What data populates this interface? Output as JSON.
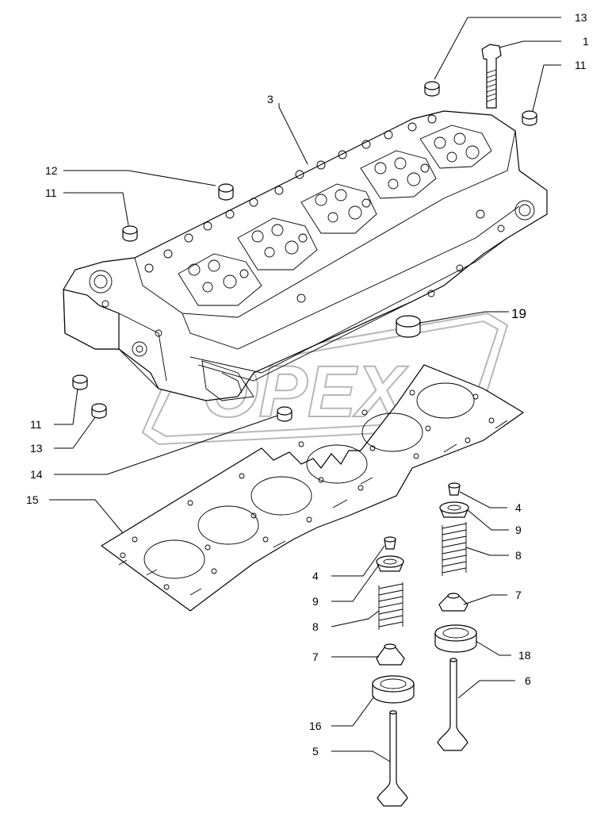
{
  "watermark": {
    "text": "OPEX",
    "color": "#9a9a9a"
  },
  "callouts": {
    "c13_top": "13",
    "c1": "1",
    "c11_top": "11",
    "c3": "3",
    "c12": "12",
    "c11_left": "11",
    "c19": "19",
    "c11_low": "11",
    "c13_low": "13",
    "c14": "14",
    "c15": "15",
    "c4_right": "4",
    "c9_right": "9",
    "c8_right": "8",
    "c7_right": "7",
    "c18": "18",
    "c6": "6",
    "c4_left": "4",
    "c9_left": "9",
    "c8_left": "8",
    "c7_left": "7",
    "c16": "16",
    "c5": "5"
  }
}
